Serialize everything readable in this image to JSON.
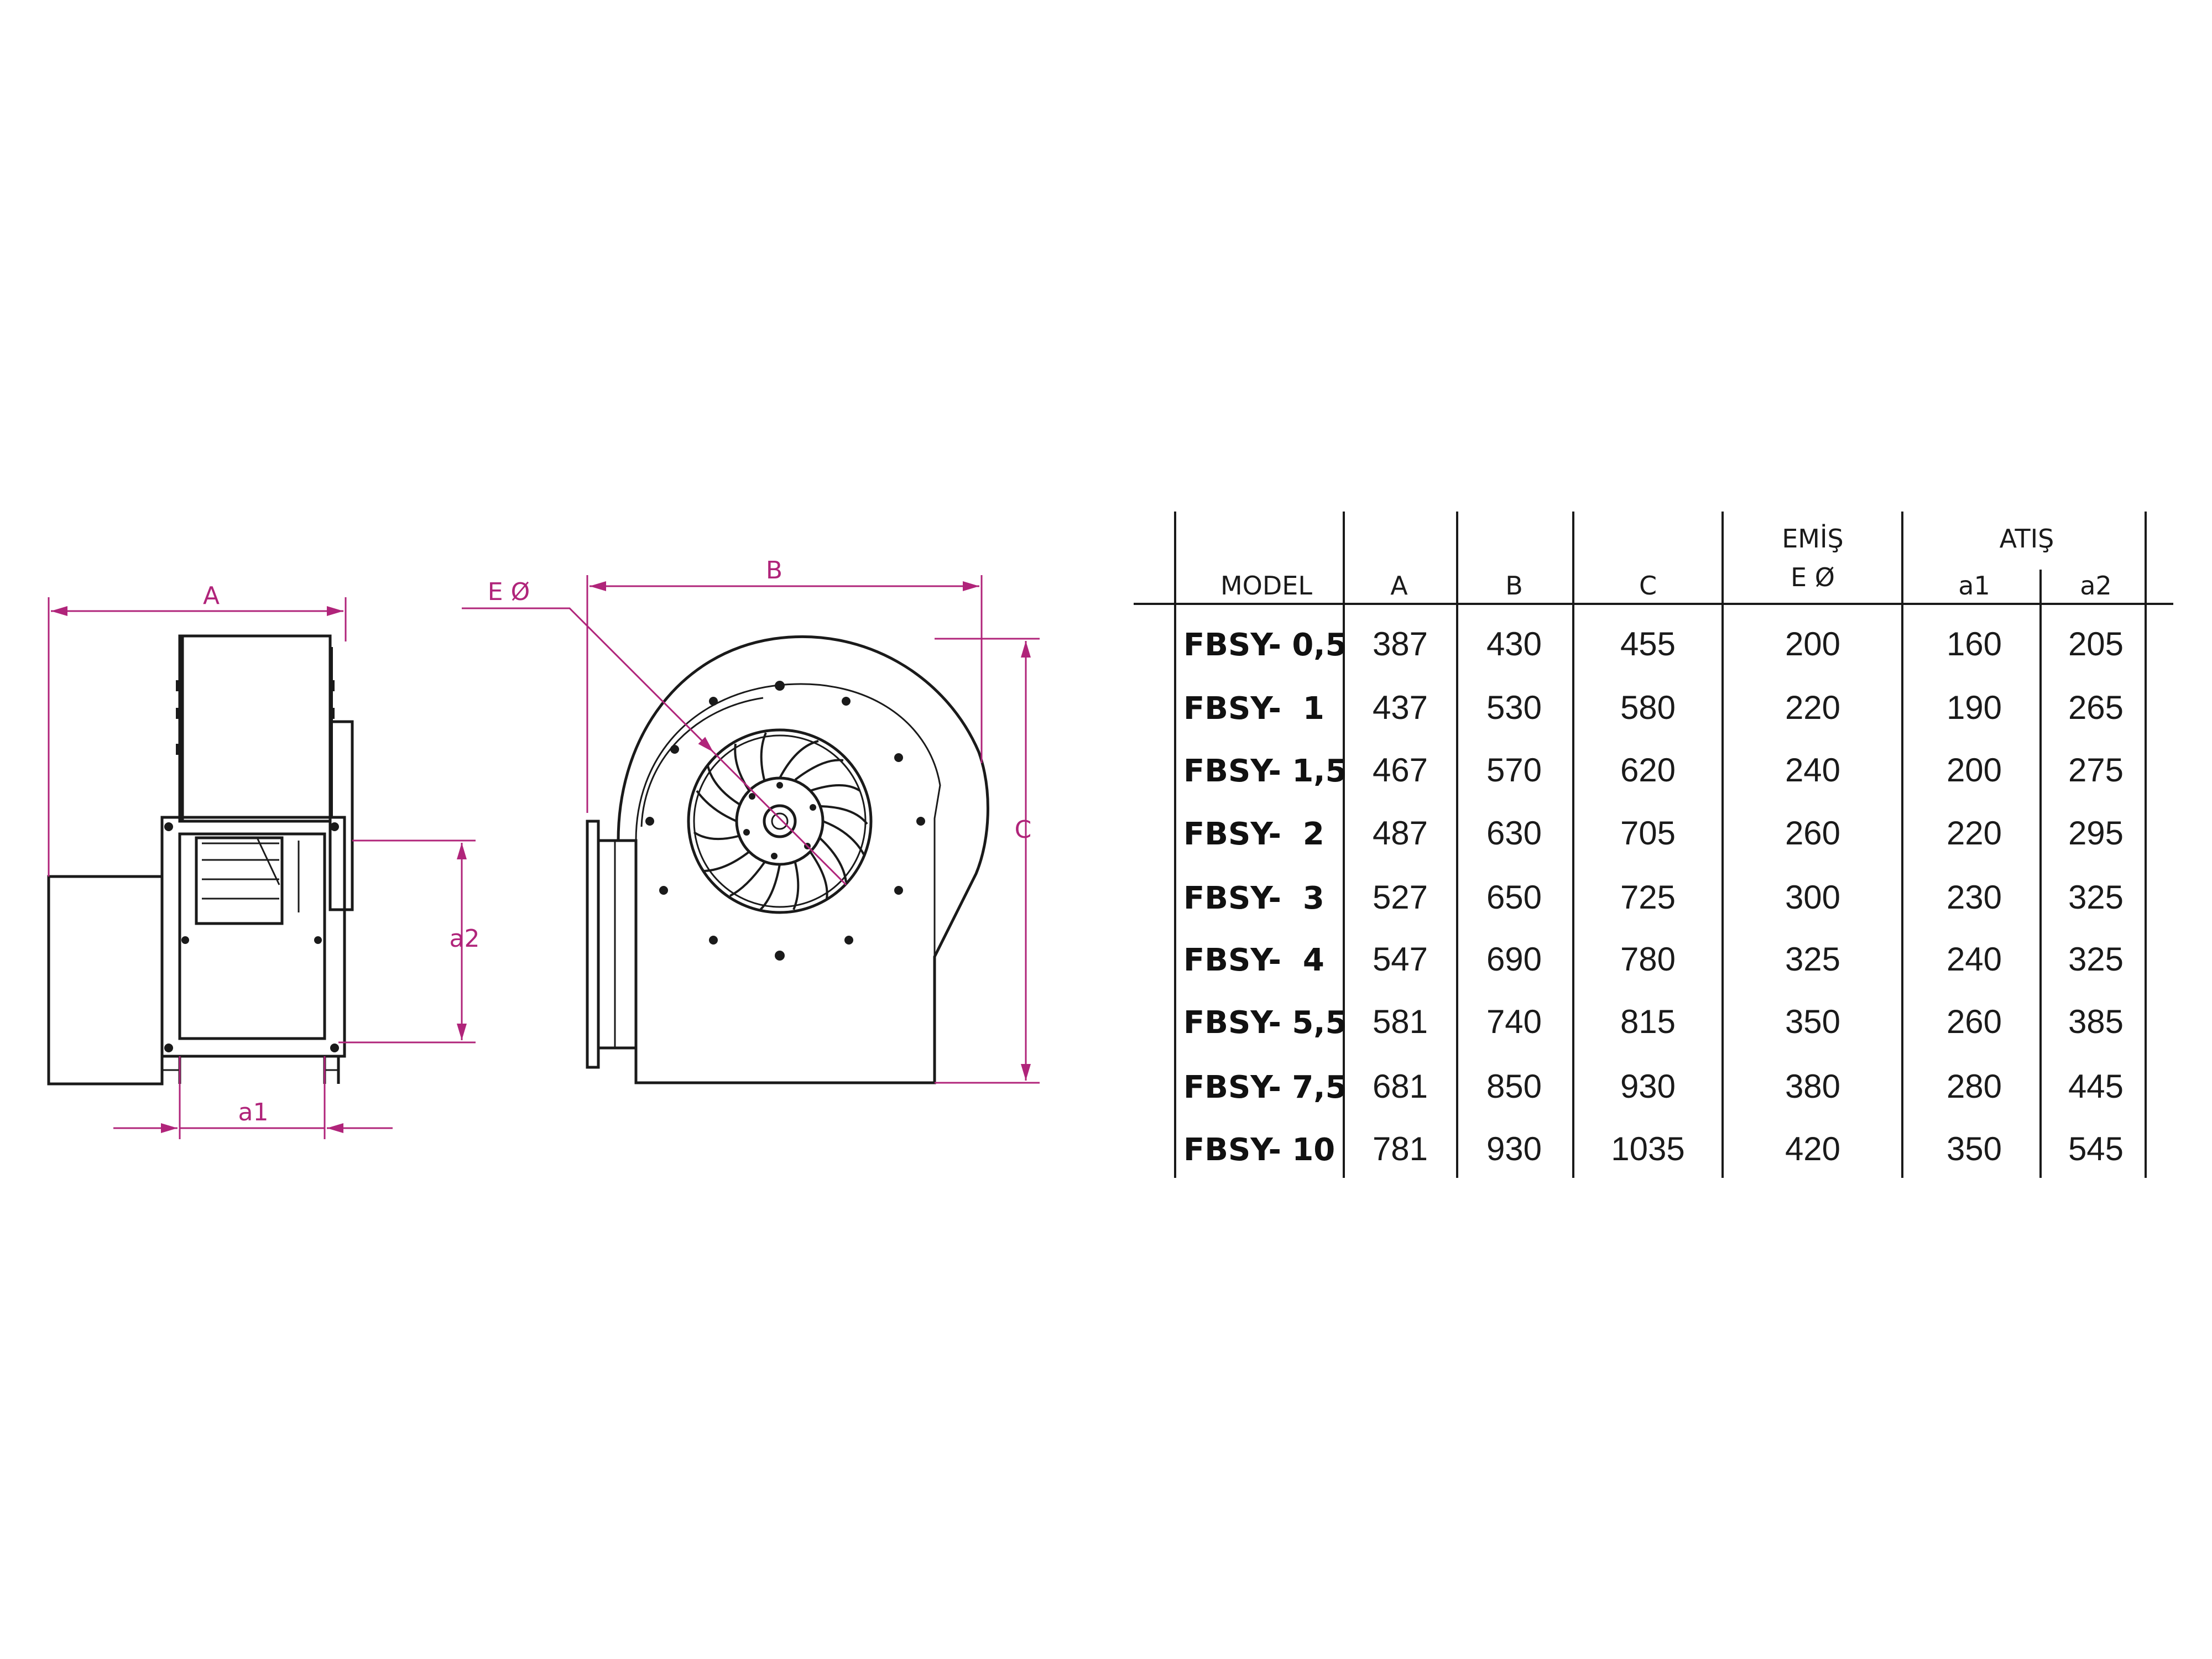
{
  "side_view": {
    "labels": {
      "A": "A",
      "a2": "a2",
      "a1": "a1"
    }
  },
  "front_view": {
    "labels": {
      "E": "E Ø",
      "B": "B",
      "C": "C"
    }
  },
  "colors": {
    "dimension": "#b0247a",
    "line": "#1a1a1a",
    "background": "#ffffff"
  },
  "table": {
    "headers": {
      "model": "MODEL",
      "A": "A",
      "B": "B",
      "C": "C",
      "emis": "EMİŞ",
      "emis_sub": "E Ø",
      "atis": "ATIŞ",
      "a1": "a1",
      "a2": "a2"
    },
    "rows": [
      {
        "model": "FBSY- 0,5",
        "A": "387",
        "B": "430",
        "C": "455",
        "E": "200",
        "a1": "160",
        "a2": "205"
      },
      {
        "model": "FBSY-  1",
        "A": "437",
        "B": "530",
        "C": "580",
        "E": "220",
        "a1": "190",
        "a2": "265"
      },
      {
        "model": "FBSY- 1,5",
        "A": "467",
        "B": "570",
        "C": "620",
        "E": "240",
        "a1": "200",
        "a2": "275"
      },
      {
        "model": "FBSY-  2",
        "A": "487",
        "B": "630",
        "C": "705",
        "E": "260",
        "a1": "220",
        "a2": "295"
      },
      {
        "model": "FBSY-  3",
        "A": "527",
        "B": "650",
        "C": "725",
        "E": "300",
        "a1": "230",
        "a2": "325"
      },
      {
        "model": "FBSY-  4",
        "A": "547",
        "B": "690",
        "C": "780",
        "E": "325",
        "a1": "240",
        "a2": "325"
      },
      {
        "model": "FBSY- 5,5",
        "A": "581",
        "B": "740",
        "C": "815",
        "E": "350",
        "a1": "260",
        "a2": "385"
      },
      {
        "model": "FBSY- 7,5",
        "A": "681",
        "B": "850",
        "C": "930",
        "E": "380",
        "a1": "280",
        "a2": "445"
      },
      {
        "model": "FBSY- 10",
        "A": "781",
        "B": "930",
        "C": "1035",
        "E": "420",
        "a1": "350",
        "a2": "545"
      }
    ]
  }
}
